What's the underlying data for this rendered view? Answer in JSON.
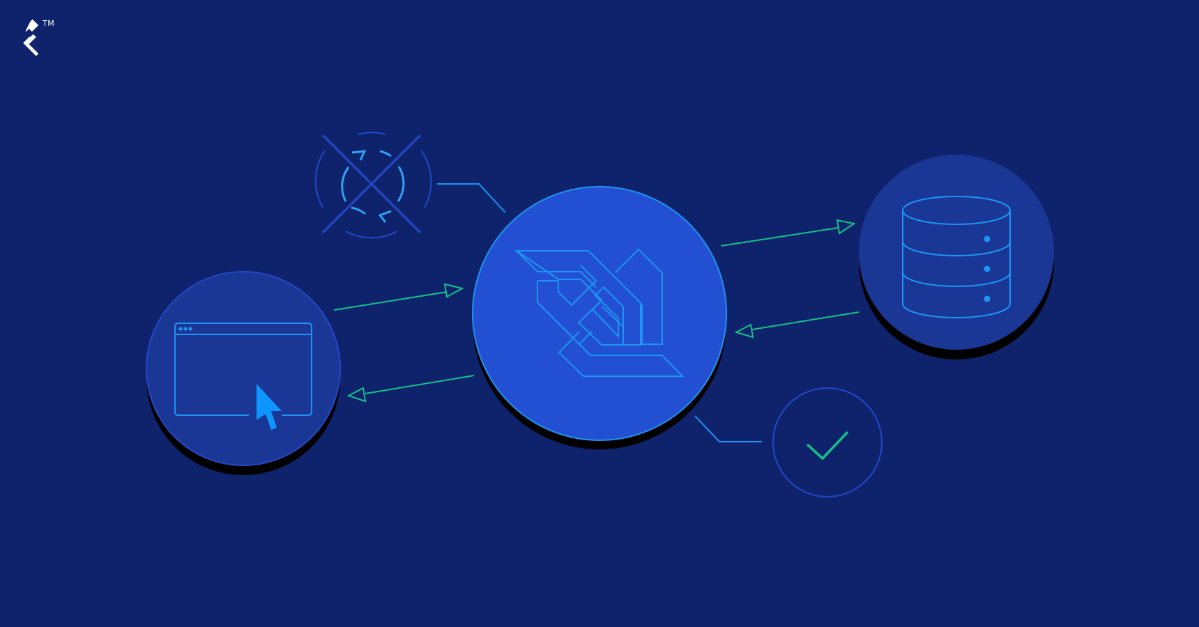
{
  "brand": {
    "trademark": "TM",
    "logo_icon": "toptal-logo-icon"
  },
  "colors": {
    "background": "#0e236b",
    "node_dark": "#1a3796",
    "node_main": "#2350d2",
    "line_blue": "#1c95f3",
    "outline_dim": "#2448c9",
    "arrow_green": "#13c38a",
    "shadow": "#000000"
  },
  "diagram": {
    "center_node": {
      "icon": "websocket-icon"
    },
    "left_node": {
      "icon": "browser-window-cursor-icon"
    },
    "right_node": {
      "icon": "database-icon"
    },
    "top_node": {
      "icon": "no-refresh-icon"
    },
    "bottom_node": {
      "icon": "checkmark-icon"
    },
    "connections": [
      {
        "from": "left_node",
        "to": "center_node",
        "kind": "arrow"
      },
      {
        "from": "center_node",
        "to": "left_node",
        "kind": "arrow"
      },
      {
        "from": "center_node",
        "to": "right_node",
        "kind": "arrow"
      },
      {
        "from": "right_node",
        "to": "center_node",
        "kind": "arrow"
      },
      {
        "from": "top_node",
        "to": "center_node",
        "kind": "connector"
      },
      {
        "from": "center_node",
        "to": "bottom_node",
        "kind": "connector"
      }
    ]
  }
}
